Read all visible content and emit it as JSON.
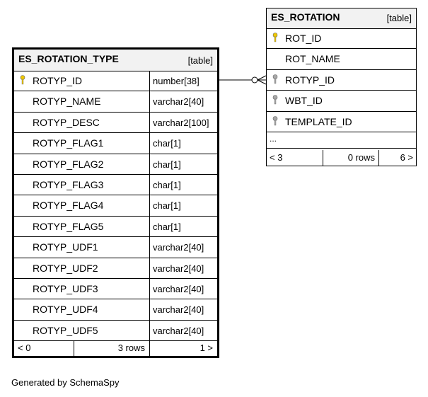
{
  "rotation_type": {
    "name": "ES_ROTATION_TYPE",
    "kind": "[table]",
    "columns": [
      {
        "name": "ROTYP_ID",
        "type": "number[38]",
        "key": "primary"
      },
      {
        "name": "ROTYP_NAME",
        "type": "varchar2[40]",
        "key": ""
      },
      {
        "name": "ROTYP_DESC",
        "type": "varchar2[100]",
        "key": ""
      },
      {
        "name": "ROTYP_FLAG1",
        "type": "char[1]",
        "key": ""
      },
      {
        "name": "ROTYP_FLAG2",
        "type": "char[1]",
        "key": ""
      },
      {
        "name": "ROTYP_FLAG3",
        "type": "char[1]",
        "key": ""
      },
      {
        "name": "ROTYP_FLAG4",
        "type": "char[1]",
        "key": ""
      },
      {
        "name": "ROTYP_FLAG5",
        "type": "char[1]",
        "key": ""
      },
      {
        "name": "ROTYP_UDF1",
        "type": "varchar2[40]",
        "key": ""
      },
      {
        "name": "ROTYP_UDF2",
        "type": "varchar2[40]",
        "key": ""
      },
      {
        "name": "ROTYP_UDF3",
        "type": "varchar2[40]",
        "key": ""
      },
      {
        "name": "ROTYP_UDF4",
        "type": "varchar2[40]",
        "key": ""
      },
      {
        "name": "ROTYP_UDF5",
        "type": "varchar2[40]",
        "key": ""
      }
    ],
    "footer": {
      "parents": "< 0",
      "rows": "3 rows",
      "children": "1 >"
    }
  },
  "rotation": {
    "name": "ES_ROTATION",
    "kind": "[table]",
    "columns": [
      {
        "name": "ROT_ID",
        "key": "primary"
      },
      {
        "name": "ROT_NAME",
        "key": ""
      },
      {
        "name": "ROTYP_ID",
        "key": "foreign"
      },
      {
        "name": "WBT_ID",
        "key": "foreign"
      },
      {
        "name": "TEMPLATE_ID",
        "key": "foreign"
      }
    ],
    "more": "...",
    "footer": {
      "parents": "< 3",
      "rows": "0 rows",
      "children": "6 >"
    }
  },
  "credit": "Generated by SchemaSpy",
  "colors": {
    "primary_key": "#f0c800",
    "foreign_key": "#a8a8a8",
    "header_bg": "#f2f2f2"
  }
}
